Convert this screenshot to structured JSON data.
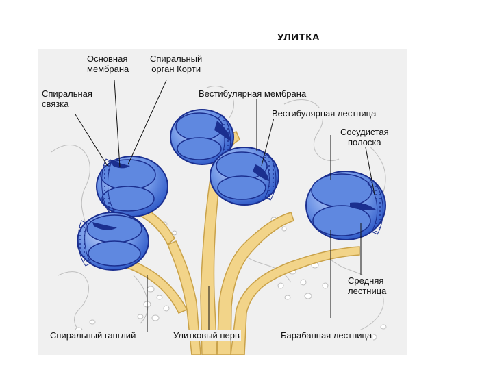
{
  "title": "УЛИТКА",
  "labels": {
    "osnovnaya_membrana": "Основная\nмембрана",
    "spiralny_organ": "Спиральный\nорган Корти",
    "spiralnaya_svyazka": "Спиральная\nсвязка",
    "vestibulyarnaya_membrana": "Вестибулярная мембрана",
    "vestibulyarnaya_lestnica": "Вестибулярная лестница",
    "sosudistaya_poloska": "Сосудистая\nполоска",
    "srednyaya_lestnica": "Средняя\nлестница",
    "spiralny_ganglij": "Спиральный ганглий",
    "ulitkovy_nerv": "Улитковый нерв",
    "barabannaya_lestnica": "Барабанная лестница"
  },
  "colors": {
    "chamber_fill": "#3f6fd6",
    "chamber_light": "#b9cdf5",
    "chamber_outline": "#1b2f8f",
    "nerve": "#f2d489",
    "nerve_outline": "#c9a24a",
    "bone": "#e9e9e9"
  }
}
